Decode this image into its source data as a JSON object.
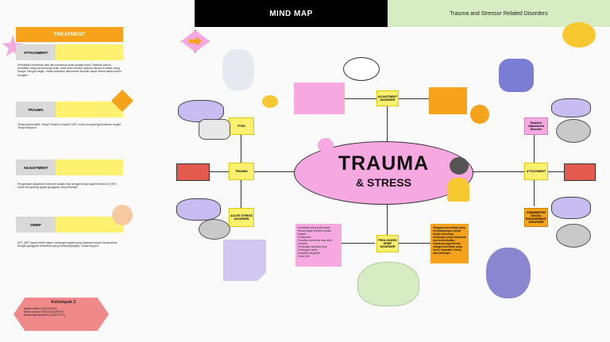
{
  "header": {
    "title": "MIND MAP",
    "subtitle": "Trauma and Stressor Related Disorders"
  },
  "sidebar": {
    "treatment": "TREATMENT",
    "sections": [
      {
        "label": "ATTACHMENT",
        "text": "Perhatikan kebutuhan fisik dan emosional anak dengan tepat. Pastikan bahwa perhatian orang tua terhadap anak, anak akan merasa nyaman berada di dekat orang tuanya. Dengan begitu, maka kelekatan attachment disorder dapat diminimalkan sedini mungkin."
      },
      {
        "label": "TRAUMA",
        "text": "Terapi psikoanalitik, Terapi Perilaku Kognitif (CBT) untuk mengurangi pemikiran negatif, Terapi eksposur."
      },
      {
        "label": "ADJUSTMENT",
        "text": "Pengobatan adjustment disorder adalah bisa dengan terapi kognitif behavior (CBT) untuk mengurangi gejala gangguan yang dihadapi."
      },
      {
        "label": "GRIEF",
        "text": "ART (ART dapat efektif dalam menangani gejala yang biasanya terjadi berdasarkan dengan gangguan kesedihan yang berkepanjangan). Social support."
      }
    ],
    "group": {
      "title": "Kelompok 2",
      "members": [
        "Nadiah Nabila (1412019XXX)",
        "Marsa Lusiana Putri (141201XXXX)",
        "Shalsa Nyanda Aisah (1412017XXX)"
      ]
    }
  },
  "center": {
    "title": "TRAUMA",
    "subtitle": "& STRESS"
  },
  "nodes": {
    "ptsd": "PTSD",
    "trauma": "TRAUMA",
    "acute": "ACUTE STRESS DISORDER",
    "adjustment": "ADJUSTMENT DISORDER",
    "attachment": "ATTACHMENT",
    "reactive": "Reactive Attachment Disorder",
    "disinhibited": "DISINHIBITED SOCIAL ENGAGEMENT DISORDER",
    "grief": "PROLONGED GRIEF DISORDER"
  },
  "boxes": {
    "grief_symptoms_intro": "Kesedihan yang sedih dapat berhubungan sebelum situasi tragedi:",
    "grief_symptoms": [
      "Kemarahan",
      "Kesulitan menerima atau lebih berduka",
      "Kehilangan suasang anak",
      "Kehilangan peran",
      "Kesulitan pergaulan",
      "Bunuh diri"
    ],
    "grief_note": "Gangguan kesedihan yang berkepanjangan adalah ketika seseorang kehilangan yang membantu dan menimbulkan; Gejalanya juga disebut sebagai kesedihan yang rumit, traumatik, kronis, atau patologis."
  }
}
